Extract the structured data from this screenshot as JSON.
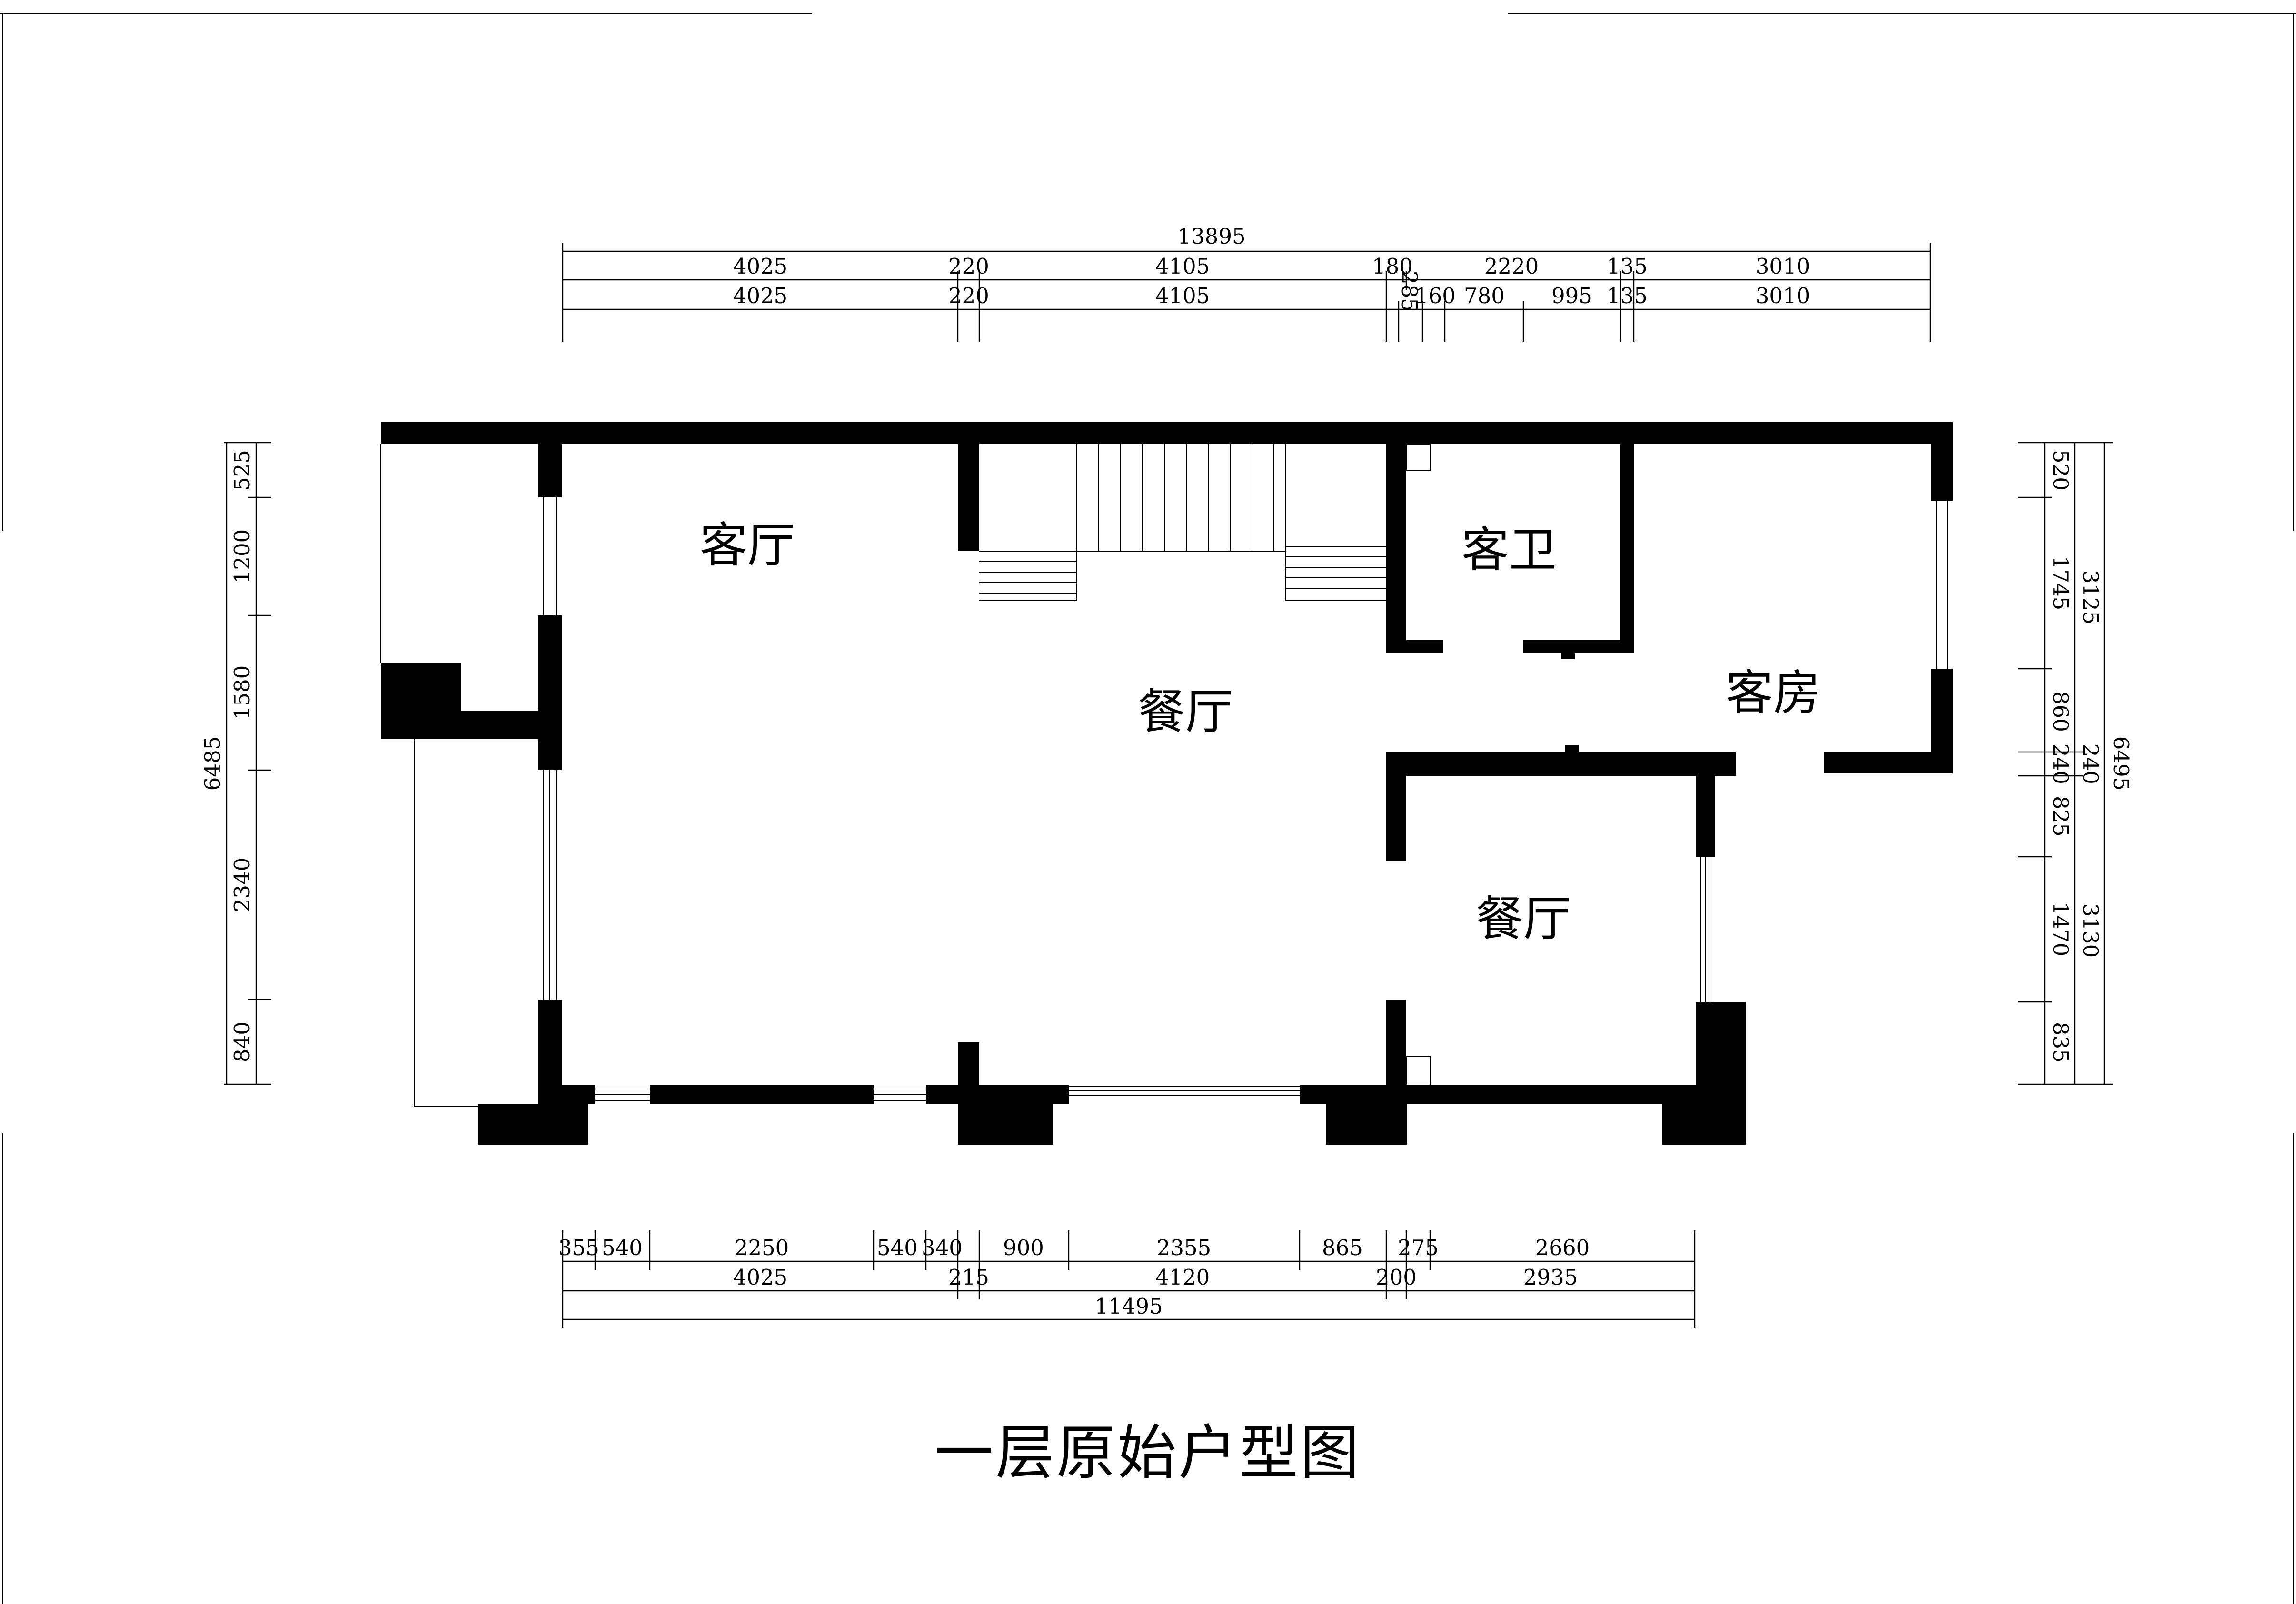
{
  "drawing": {
    "title": "一层原始户型图",
    "rooms": {
      "living_room": "客厅",
      "dining_room_main": "餐厅",
      "guest_bath": "客卫",
      "guest_room": "客房",
      "dining_room_small": "餐厅"
    },
    "dimensions": {
      "top_overall": "13895",
      "top_row1": [
        "4025",
        "220",
        "4105",
        "180",
        "2220",
        "135",
        "3010"
      ],
      "top_row2": [
        "4025",
        "220",
        "4105",
        "285",
        "160",
        "780",
        "995",
        "135",
        "3010"
      ],
      "bottom_row1": [
        "355",
        "540",
        "2250",
        "540",
        "340",
        "900",
        "2355",
        "865",
        "275",
        "2660"
      ],
      "bottom_row2": [
        "4025",
        "215",
        "4120",
        "200",
        "2935"
      ],
      "bottom_overall": "11495",
      "left_overall": "6485",
      "left_segments": [
        "525",
        "1200",
        "1580",
        "2340",
        "840"
      ],
      "right_inner": [
        "520",
        "1745",
        "860",
        "240",
        "825",
        "1470",
        "835"
      ],
      "right_middle": [
        "3125",
        "240",
        "3130"
      ],
      "right_overall": "6495"
    }
  }
}
